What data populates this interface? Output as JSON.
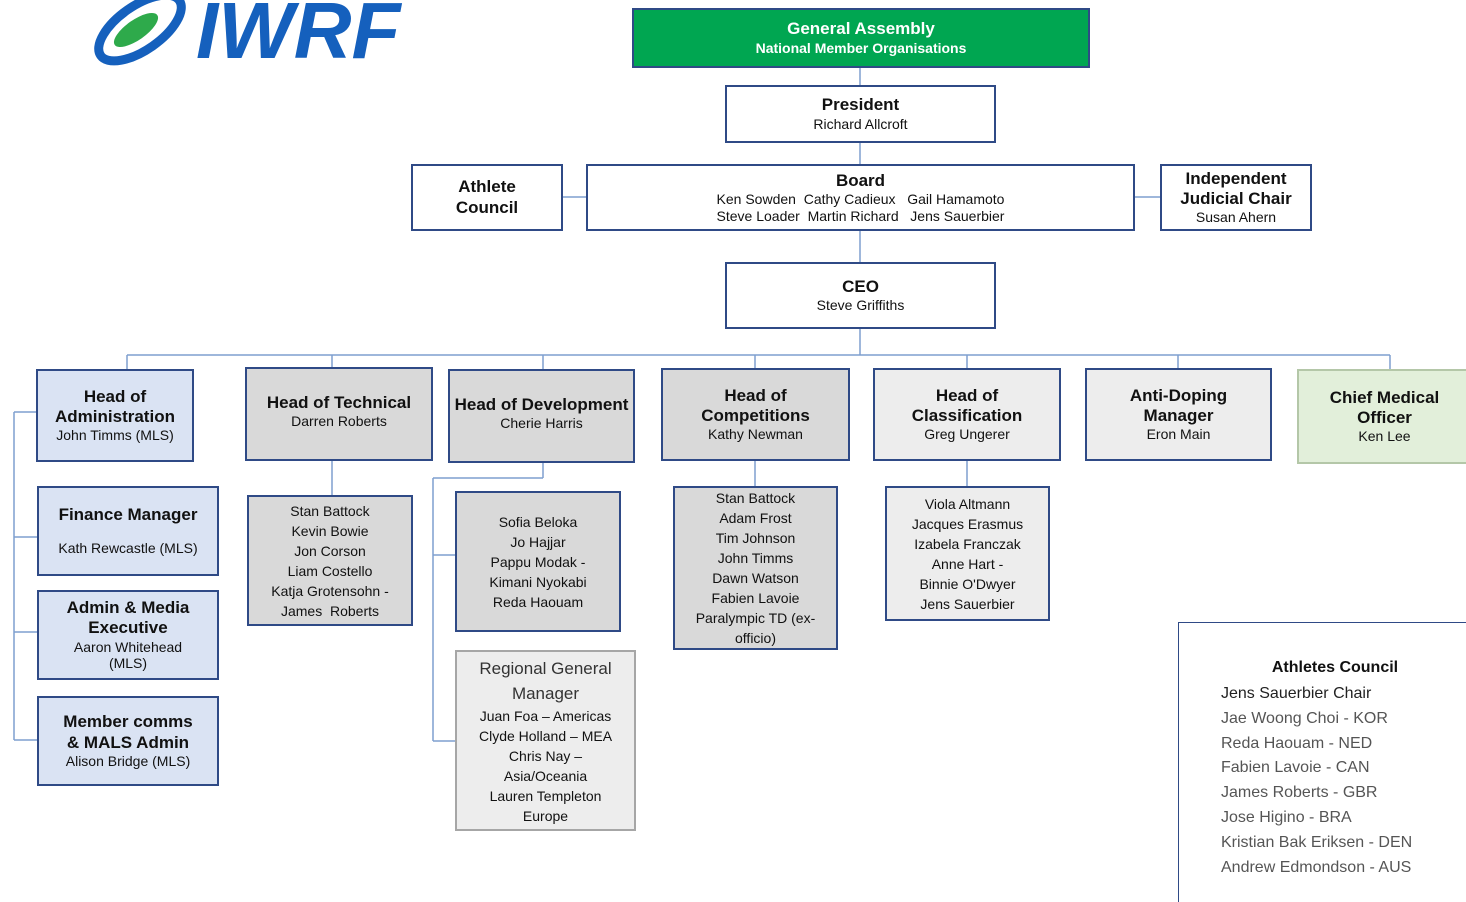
{
  "logo": {
    "text": "IWRF"
  },
  "general_assembly": {
    "title": "General Assembly",
    "subtitle": "National Member Organisations"
  },
  "president": {
    "title": "President",
    "name": "Richard Allcroft"
  },
  "athlete_council_box": {
    "line1": "Athlete",
    "line2": "Council"
  },
  "board": {
    "title": "Board",
    "line1": "Ken Sowden  Cathy Cadieux   Gail Hamamoto",
    "line2": "Steve Loader  Martin Richard   Jens Sauerbier"
  },
  "judicial": {
    "line1": "Independent",
    "line2": "Judicial Chair",
    "name": "Susan Ahern"
  },
  "ceo": {
    "title": "CEO",
    "name": "Steve Griffiths"
  },
  "heads": {
    "administration": {
      "line1": "Head of",
      "line2": "Administration",
      "name": "John Timms (MLS)"
    },
    "technical": {
      "title": "Head of Technical",
      "name": "Darren Roberts"
    },
    "development": {
      "title": "Head of Development",
      "name": "Cherie Harris"
    },
    "competitions": {
      "line1": "Head of",
      "line2": "Competitions",
      "name": "Kathy Newman"
    },
    "classification": {
      "line1": "Head of",
      "line2": "Classification",
      "name": "Greg Ungerer"
    },
    "antidoping": {
      "line1": "Anti-Doping",
      "line2": "Manager",
      "name": "Eron Main"
    },
    "medical": {
      "line1": "Chief Medical",
      "line2": "Officer",
      "name": "Ken Lee"
    }
  },
  "admin_staff": {
    "finance": {
      "title": "Finance Manager",
      "name": "Kath Rewcastle (MLS)"
    },
    "media": {
      "line1": "Admin & Media",
      "line2": "Executive",
      "name1": "Aaron Whitehead",
      "name2": "(MLS)"
    },
    "comms": {
      "line1": "Member comms",
      "line2": "& MALS Admin",
      "name": "Alison Bridge (MLS)"
    }
  },
  "technical_team": [
    "Stan Battock",
    "Kevin Bowie",
    "Jon Corson",
    "Liam Costello",
    "Katja Grotensohn -",
    "James  Roberts"
  ],
  "development_team": [
    "Sofia Beloka",
    "Jo Hajjar",
    "Pappu Modak -",
    "Kimani Nyokabi",
    "Reda Haouam"
  ],
  "regional": {
    "line1": "Regional General",
    "line2": "Manager",
    "members": [
      "Juan Foa – Americas",
      "Clyde Holland – MEA",
      "Chris Nay –",
      "Asia/Oceania",
      "Lauren Templeton",
      "Europe"
    ]
  },
  "competitions_team": [
    "Stan Battock",
    "Adam Frost",
    "Tim Johnson",
    "John Timms",
    "Dawn Watson",
    "Fabien Lavoie",
    "Paralympic TD (ex-",
    "officio)"
  ],
  "classification_team": [
    "Viola Altmann",
    "Jacques Erasmus",
    "Izabela Franczak",
    "Anne Hart -",
    "Binnie O'Dwyer",
    "Jens Sauerbier"
  ],
  "athletes_council": {
    "title": "Athletes Council",
    "chair": "Jens Sauerbier Chair",
    "members": [
      "Jae Woong Choi - KOR",
      "Reda Haouam - NED",
      "Fabien Lavoie - CAN",
      "James Roberts - GBR",
      "Jose Higino - BRA",
      "Kristian Bak Eriksen - DEN",
      "Andrew Edmondson - AUS"
    ]
  },
  "colors": {
    "assembly_green": "#00a651",
    "border_navy": "#2f4a86",
    "line_blue": "#7f9fcf",
    "logo_blue": "#1560bd",
    "logo_green": "#2eaa4b"
  }
}
